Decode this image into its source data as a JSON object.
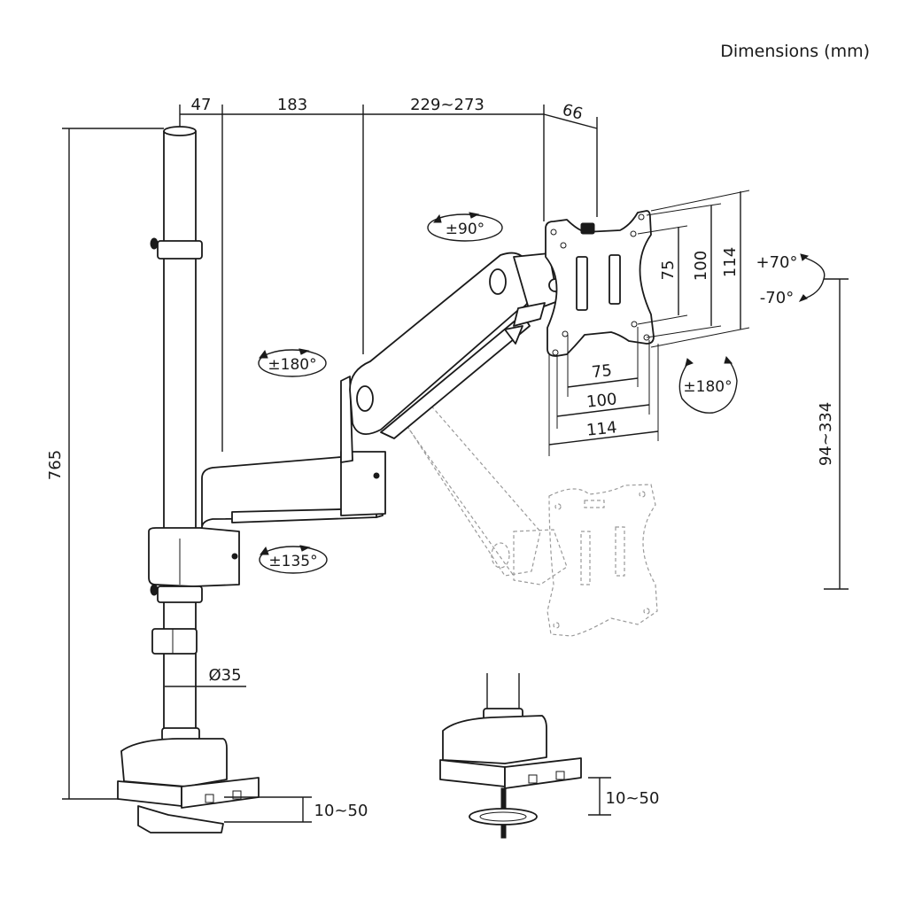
{
  "title": "Dimensions (mm)",
  "dimensions": {
    "pole_offset": "47",
    "arm1_length": "183",
    "arm2_length": "229~273",
    "vesa_depth": "66",
    "total_height": "765",
    "pole_diameter": "Ø35",
    "clamp_range": "10~50",
    "grommet_range": "10~50",
    "height_adjust": "94~334",
    "vesa_h": [
      "75",
      "100",
      "114"
    ],
    "vesa_v": [
      "75",
      "100",
      "114"
    ]
  },
  "rotations": {
    "tilt_up": "+70°",
    "tilt_down": "-70°",
    "swivel_head": "±90°",
    "arm2_swivel": "±180°",
    "arm1_swivel": "±135°",
    "screen_rotation": "±180°"
  },
  "colors": {
    "line": "#1a1a1a",
    "ghost": "#9a9a9a",
    "background": "#ffffff"
  }
}
